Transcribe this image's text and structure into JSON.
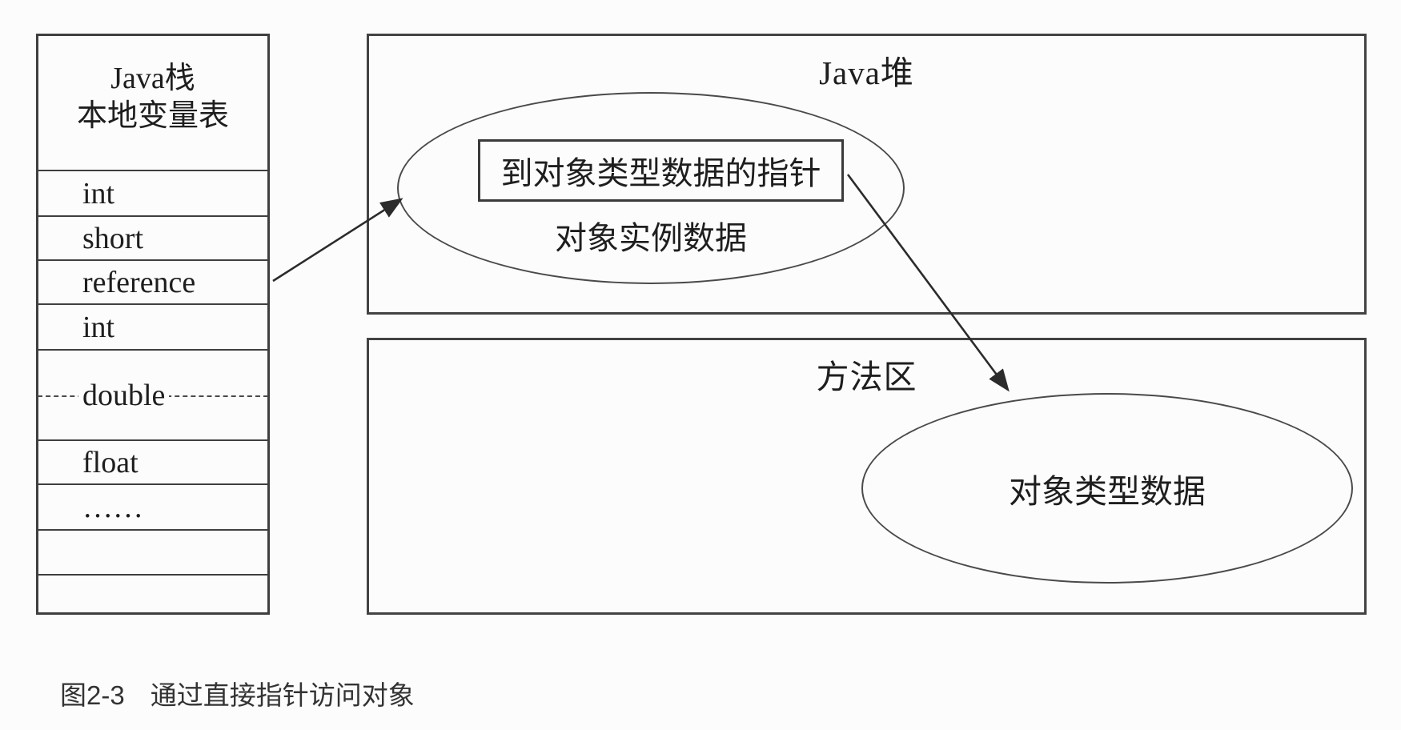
{
  "page": {
    "background": "#fcfcfc",
    "line_color": "#3f3f3f",
    "text_color": "#1e1e1e"
  },
  "stack_table": {
    "title_line1": "Java栈",
    "title_line2": "本地变量表",
    "rows": [
      {
        "label": "int",
        "style": "normal"
      },
      {
        "label": "short",
        "style": "normal"
      },
      {
        "label": "reference",
        "style": "normal"
      },
      {
        "label": "int",
        "style": "normal"
      },
      {
        "label": "double",
        "style": "dashed-divider"
      },
      {
        "label": "float",
        "style": "normal"
      },
      {
        "label": "……",
        "style": "normal"
      },
      {
        "label": "",
        "style": "empty"
      },
      {
        "label": "",
        "style": "empty"
      }
    ]
  },
  "heap_region": {
    "title": "Java堆",
    "pointer_box_label": "到对象类型数据的指针",
    "instance_data_label": "对象实例数据"
  },
  "method_area_region": {
    "title": "方法区",
    "type_data_label": "对象类型数据"
  },
  "connections": [
    {
      "from": "reference",
      "to": "对象实例数据 (Java堆)"
    },
    {
      "from": "到对象类型数据的指针",
      "to": "对象类型数据 (方法区)"
    }
  ],
  "caption": {
    "figure_number": "图2-3",
    "figure_title": "通过直接指针访问对象"
  }
}
